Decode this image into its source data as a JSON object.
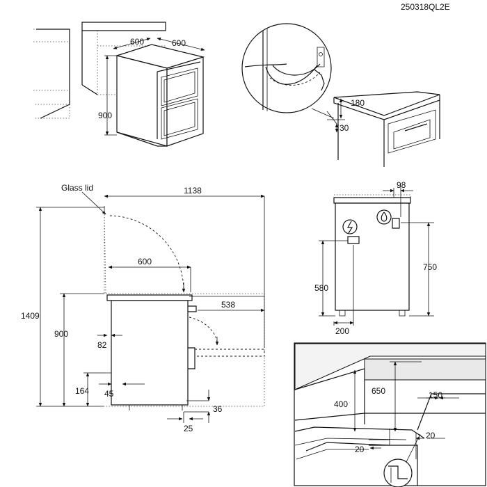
{
  "doc_code": "250318QL2E",
  "panel_top_left": {
    "width": "600",
    "depth": "600",
    "height": "900"
  },
  "panel_top_right": {
    "dim_180": "180",
    "dim_30": "30"
  },
  "panel_side": {
    "glass_lid": "Glass lid",
    "total_depth": "1138",
    "lid_reach": "600",
    "door_reach": "538",
    "total_height": "1409",
    "height": "900",
    "dim_82": "82",
    "dim_164": "164",
    "dim_45": "45",
    "dim_36": "36",
    "dim_25": "25"
  },
  "panel_back": {
    "dim_98": "98",
    "dim_750": "750",
    "dim_580": "580",
    "dim_200": "200"
  },
  "panel_install": {
    "dim_650": "650",
    "dim_400": "400",
    "dim_150": "150",
    "dim_20_left": "20",
    "dim_20_right": "20"
  }
}
